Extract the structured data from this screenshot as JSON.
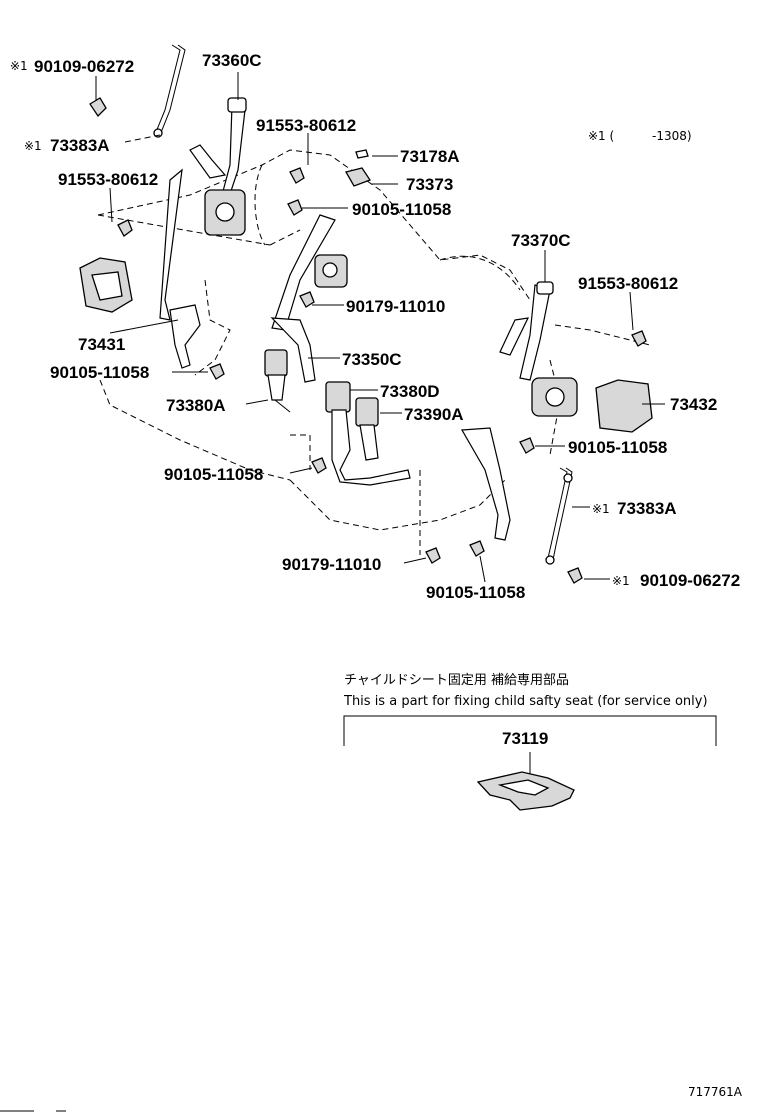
{
  "labels": {
    "p_90109_06272_top": "90109-06272",
    "p_73360C": "73360C",
    "p_73383A_top": "73383A",
    "p_91553_80612_a": "91553-80612",
    "p_73178A": "73178A",
    "p_73373": "73373",
    "p_91553_80612_b": "91553-80612",
    "p_90105_11058_a": "90105-11058",
    "p_73370C": "73370C",
    "p_91553_80612_c": "91553-80612",
    "p_90179_11010_a": "90179-11010",
    "p_73431": "73431",
    "p_73350C": "73350C",
    "p_90105_11058_b": "90105-11058",
    "p_73380D": "73380D",
    "p_73432": "73432",
    "p_73380A": "73380A",
    "p_73390A": "73390A",
    "p_90105_11058_c": "90105-11058",
    "p_90105_11058_d": "90105-11058",
    "p_73383A_bottom": "73383A",
    "p_90179_11010_b": "90179-11010",
    "p_90105_11058_e": "90105-11058",
    "p_90109_06272_bottom": "90109-06272",
    "p_73119": "73119"
  },
  "marks": {
    "note_symbol": "※1",
    "note_range_open": "※1 (",
    "note_range_close": "-1308)"
  },
  "child_seat": {
    "japanese_caption": "チャイルドシート固定用  補給専用部品",
    "english_caption": "This is a part for fixing child safty seat (for service only)"
  },
  "illustration_id": "717761A",
  "colors": {
    "line": "#000000",
    "background": "#ffffff",
    "part_fill": "#d8d8d8"
  }
}
